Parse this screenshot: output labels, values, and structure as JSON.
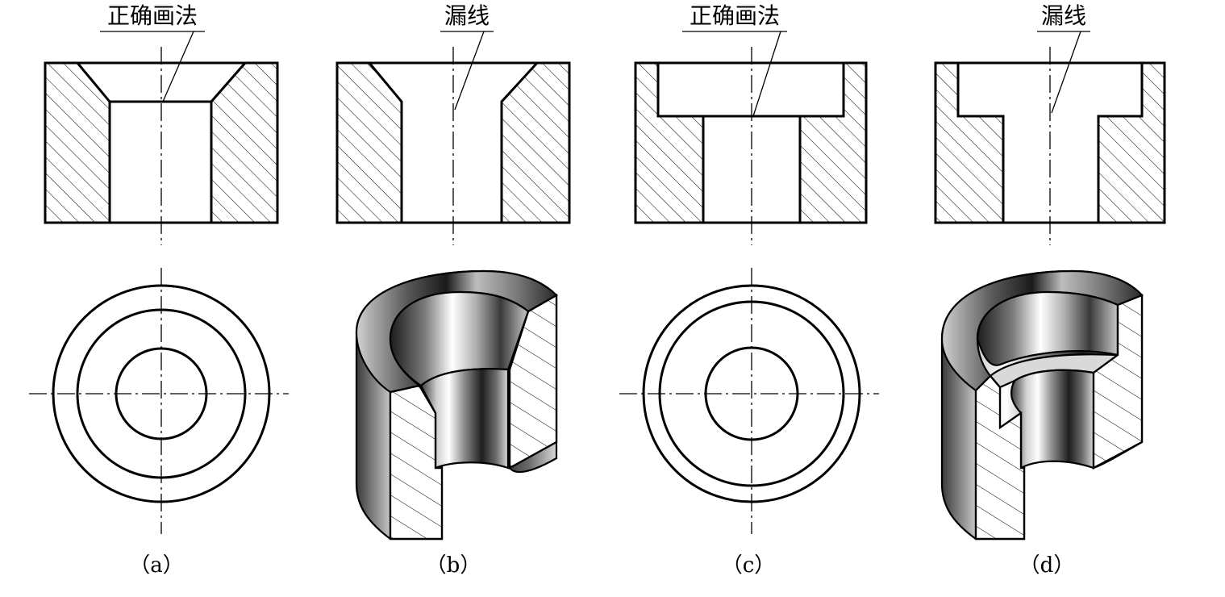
{
  "figures": [
    {
      "id": "a",
      "callout": "正确画法",
      "caption": "（a）"
    },
    {
      "id": "b",
      "callout": "漏线",
      "caption": "（b）"
    },
    {
      "id": "c",
      "callout": "正确画法",
      "caption": "（c）"
    },
    {
      "id": "d",
      "callout": "漏线",
      "caption": "（d）"
    }
  ],
  "colors": {
    "line": "#000000",
    "background": "#ffffff",
    "metal_dark": "#2a2a2a",
    "metal_light": "#f4f4f4"
  }
}
